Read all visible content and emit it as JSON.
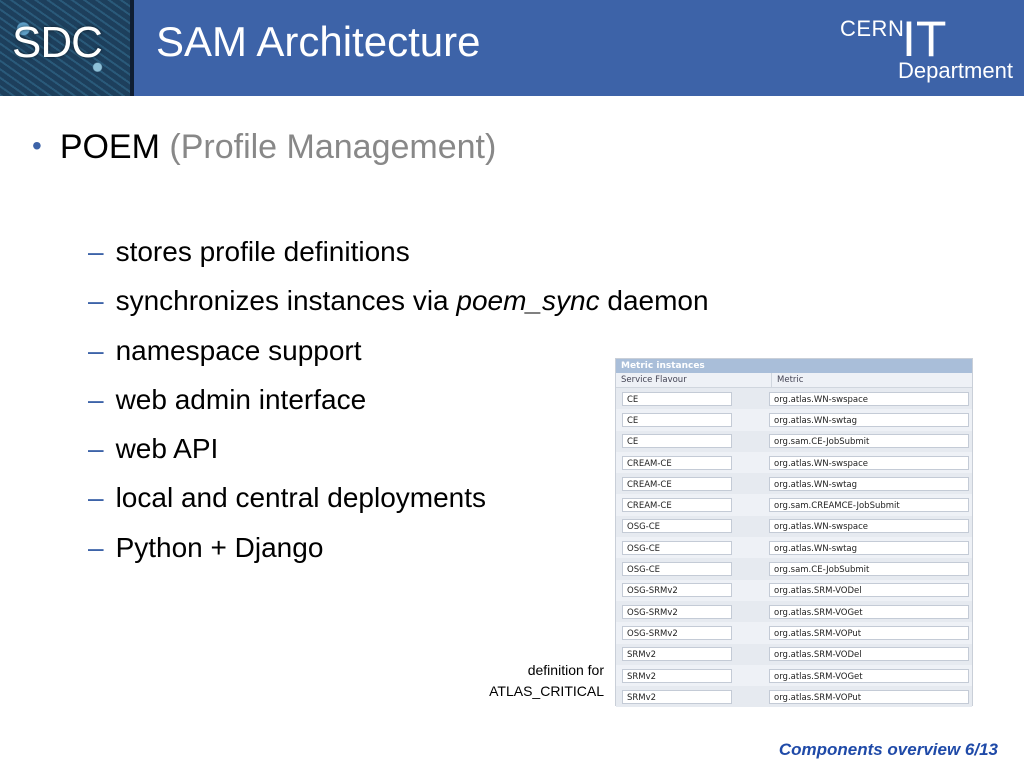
{
  "header": {
    "logo_text": "SDC",
    "title": "SAM Architecture",
    "org_logo": {
      "cern": "CERN",
      "it": "IT",
      "department": "Department"
    }
  },
  "main": {
    "heading": "POEM",
    "heading_sub": "(Profile Management)",
    "bullet_marker": "•",
    "dash": "–",
    "items": [
      {
        "text": "stores profile definitions"
      },
      {
        "text": "synchronizes instances via ",
        "italic": "poem_sync",
        "after": " daemon"
      },
      {
        "text": "namespace support"
      },
      {
        "text": "web admin interface"
      },
      {
        "text": "web API"
      },
      {
        "text": "local and central deployments"
      },
      {
        "text": "Python + Django"
      }
    ]
  },
  "metric_panel": {
    "title": "Metric instances",
    "col_service": "Service Flavour",
    "col_metric": "Metric",
    "rows": [
      [
        "CE",
        "org.atlas.WN-swspace"
      ],
      [
        "CE",
        "org.atlas.WN-swtag"
      ],
      [
        "CE",
        "org.sam.CE-JobSubmit"
      ],
      [
        "CREAM-CE",
        "org.atlas.WN-swspace"
      ],
      [
        "CREAM-CE",
        "org.atlas.WN-swtag"
      ],
      [
        "CREAM-CE",
        "org.sam.CREAMCE-JobSubmit"
      ],
      [
        "OSG-CE",
        "org.atlas.WN-swspace"
      ],
      [
        "OSG-CE",
        "org.atlas.WN-swtag"
      ],
      [
        "OSG-CE",
        "org.sam.CE-JobSubmit"
      ],
      [
        "OSG-SRMv2",
        "org.atlas.SRM-VODel"
      ],
      [
        "OSG-SRMv2",
        "org.atlas.SRM-VOGet"
      ],
      [
        "OSG-SRMv2",
        "org.atlas.SRM-VOPut"
      ],
      [
        "SRMv2",
        "org.atlas.SRM-VODel"
      ],
      [
        "SRMv2",
        "org.atlas.SRM-VOGet"
      ],
      [
        "SRMv2",
        "org.atlas.SRM-VOPut"
      ]
    ]
  },
  "caption": {
    "line1": "definition for",
    "line2": "ATLAS_CRITICAL"
  },
  "footer": "Components overview 6/13"
}
